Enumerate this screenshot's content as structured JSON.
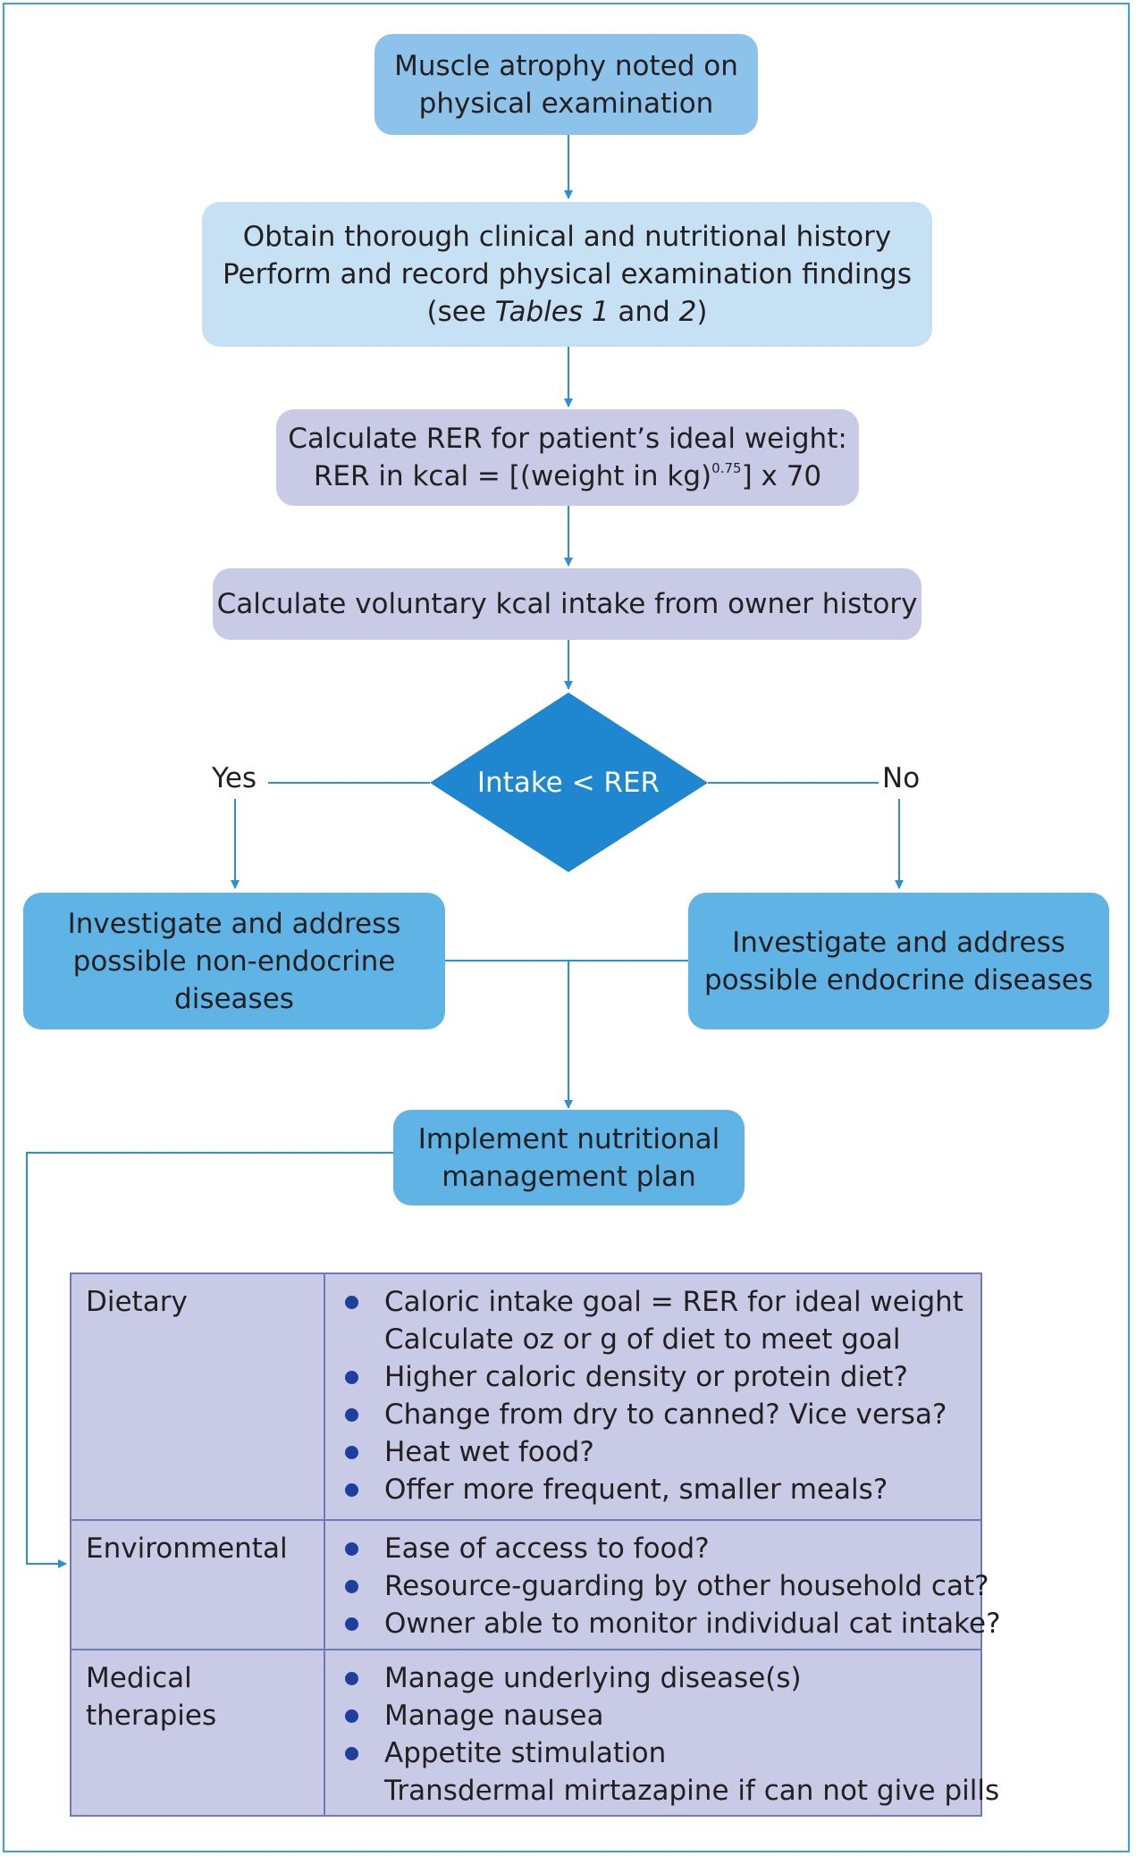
{
  "colors": {
    "arrow": "#2b8fd6",
    "frame": "#3aa1dc",
    "diamond": "#1f87d0",
    "box_blue_mid": "#8dc3ea",
    "box_blue_light": "#c7e1f4",
    "box_lavender": "#c8cae6",
    "box_blue_strong": "#5fb4e5",
    "table_fill": "#c8cae6",
    "table_border": "#6d7bb8",
    "bullet": "#1f3f9f"
  },
  "flow": {
    "start": [
      "Muscle atrophy noted on",
      "physical examination"
    ],
    "history": {
      "line1": "Obtain thorough clinical and nutritional history",
      "line2": "Perform and record physical examination findings",
      "line3_pre": "(see ",
      "line3_tables": "Tables",
      "line3_mid1": " ",
      "line3_t1": "1",
      "line3_mid2": " and ",
      "line3_t2": "2",
      "line3_post": ")"
    },
    "rer": {
      "line1": "Calculate RER for patient’s ideal weight:",
      "line2_pre": "RER in kcal = [(weight in kg)",
      "line2_exp": "0.75",
      "line2_post": "] x 70"
    },
    "voluntary": "Calculate voluntary kcal intake from owner history",
    "decision": "Intake < RER",
    "yes_label": "Yes",
    "no_label": "No",
    "yes_outcome": [
      "Investigate and address",
      "possible non-endocrine",
      "diseases"
    ],
    "no_outcome": [
      "Investigate and address",
      "possible endocrine diseases"
    ],
    "plan": [
      "Implement nutritional",
      "management plan"
    ]
  },
  "plan_table": [
    {
      "category": [
        "Dietary"
      ],
      "items": [
        {
          "text": "Caloric intake goal = RER for ideal weight",
          "bullet": true
        },
        {
          "text": "Calculate oz or g of diet to meet goal",
          "bullet": false
        },
        {
          "text": "Higher caloric density or protein diet?",
          "bullet": true
        },
        {
          "text": "Change from dry to canned? Vice versa?",
          "bullet": true
        },
        {
          "text": "Heat wet food?",
          "bullet": true
        },
        {
          "text": "Offer more frequent, smaller meals?",
          "bullet": true
        }
      ]
    },
    {
      "category": [
        "Environmental"
      ],
      "items": [
        {
          "text": "Ease of access to food?",
          "bullet": true
        },
        {
          "text": "Resource-guarding by other household cat?",
          "bullet": true
        },
        {
          "text": "Owner able to monitor individual cat intake?",
          "bullet": true
        }
      ]
    },
    {
      "category": [
        "Medical",
        "therapies"
      ],
      "items": [
        {
          "text": "Manage underlying disease(s)",
          "bullet": true
        },
        {
          "text": "Manage nausea",
          "bullet": true
        },
        {
          "text": "Appetite stimulation",
          "bullet": true
        },
        {
          "text": "Transdermal mirtazapine if can not give pills",
          "bullet": false
        }
      ]
    }
  ]
}
